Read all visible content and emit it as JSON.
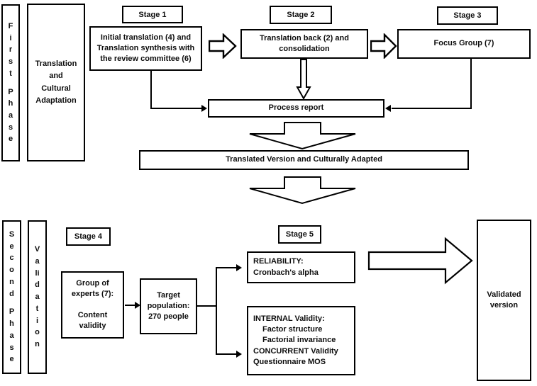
{
  "diagram": {
    "title": "Cross-cultural adaptation and validation process flowchart",
    "colors": {
      "stroke": "#000000",
      "background": "#ffffff",
      "text": "#0d0d0d"
    }
  },
  "phase1": {
    "phase_label_letters": [
      "F",
      "i",
      "r",
      "s",
      "t",
      "",
      "P",
      "h",
      "a",
      "s",
      "e"
    ],
    "phase_label_text": "First Phase",
    "process_label": "Translation and Cultural Adaptation",
    "process_lines": [
      "Translation",
      "and",
      "Cultural",
      "Adaptation"
    ],
    "stage1": {
      "tag": "Stage 1",
      "lines": [
        "Initial translation (4) and",
        "Translation synthesis with",
        "the review committee (6)"
      ]
    },
    "stage2": {
      "tag": "Stage 2",
      "lines": [
        "Translation back (2) and",
        "consolidation"
      ]
    },
    "stage3": {
      "tag": "Stage 3",
      "lines": [
        "Focus Group (7)"
      ]
    },
    "process_report": "Process report",
    "translated_version": "Translated Version and Culturally Adapted"
  },
  "phase2": {
    "phase_label_letters": [
      "S",
      "e",
      "c",
      "o",
      "n",
      "d",
      "",
      "P",
      "h",
      "a",
      "s",
      "e"
    ],
    "phase_label_text": "Second Phase",
    "process_label_letters": [
      "V",
      "a",
      "li",
      "d",
      "a",
      "t",
      "i",
      "o",
      "n"
    ],
    "process_label_text": "Validation",
    "stage4": {
      "tag": "Stage 4",
      "experts_lines": [
        "Group of",
        "experts (7):",
        "",
        "Content",
        "validity"
      ],
      "population_lines": [
        "Target",
        "population:",
        "270 people"
      ],
      "population_count": "270 people"
    },
    "stage5": {
      "tag": "Stage 5",
      "reliability_lines": [
        "RELIABILITY:",
        "Cronbach's alpha"
      ],
      "validity_lines": [
        "INTERNAL Validity:",
        "Factor structure",
        "Factorial invariance",
        "CONCURRENT Validity",
        "Questionnaire MOS"
      ]
    },
    "validated_lines": [
      "Validated",
      "version"
    ],
    "validated_text": "Validated version"
  }
}
